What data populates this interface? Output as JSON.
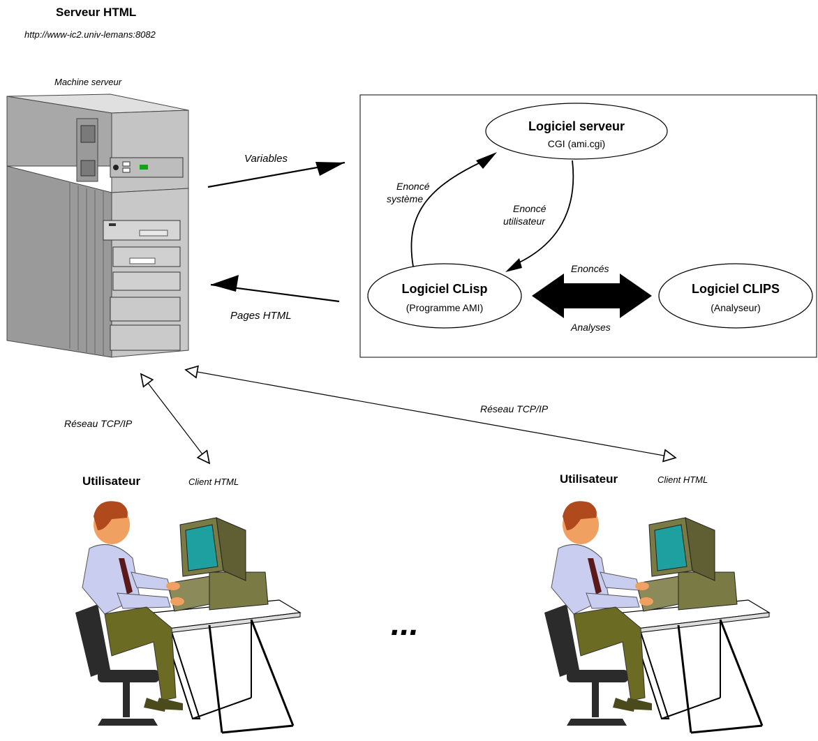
{
  "server": {
    "title": "Serveur HTML",
    "url": "http://www-ic2.univ-lemans:8082",
    "machine_label": "Machine serveur"
  },
  "flows": {
    "variables": "Variables",
    "pages_html": "Pages HTML",
    "network_left": "Réseau TCP/IP",
    "network_right": "Réseau TCP/IP"
  },
  "software": {
    "server": {
      "title": "Logiciel serveur",
      "subtitle": "CGI (ami.cgi)"
    },
    "clisp": {
      "title": "Logiciel CLisp",
      "subtitle": "(Programme AMI)"
    },
    "clips": {
      "title": "Logiciel CLIPS",
      "subtitle": "(Analyseur)"
    },
    "enonce_systeme_1": "Enoncé",
    "enonce_systeme_2": "système",
    "enonce_utilisateur_1": "Enoncé",
    "enonce_utilisateur_2": "utilisateur",
    "enonces": "Enoncés",
    "analyses": "Analyses"
  },
  "users": [
    {
      "label": "Utilisateur",
      "client": "Client HTML"
    },
    {
      "label": "Utilisateur",
      "client": "Client HTML"
    }
  ],
  "ellipsis": "...",
  "colors": {
    "tower": "#c4c4c4",
    "tower_dark": "#8e8e8e",
    "shirt": "#c9cdf0",
    "pants": "#6b6b24",
    "skin": "#f0a060",
    "hair": "#b04a1c",
    "monitor": "#7a7a44",
    "screen": "#1fa0a0"
  }
}
